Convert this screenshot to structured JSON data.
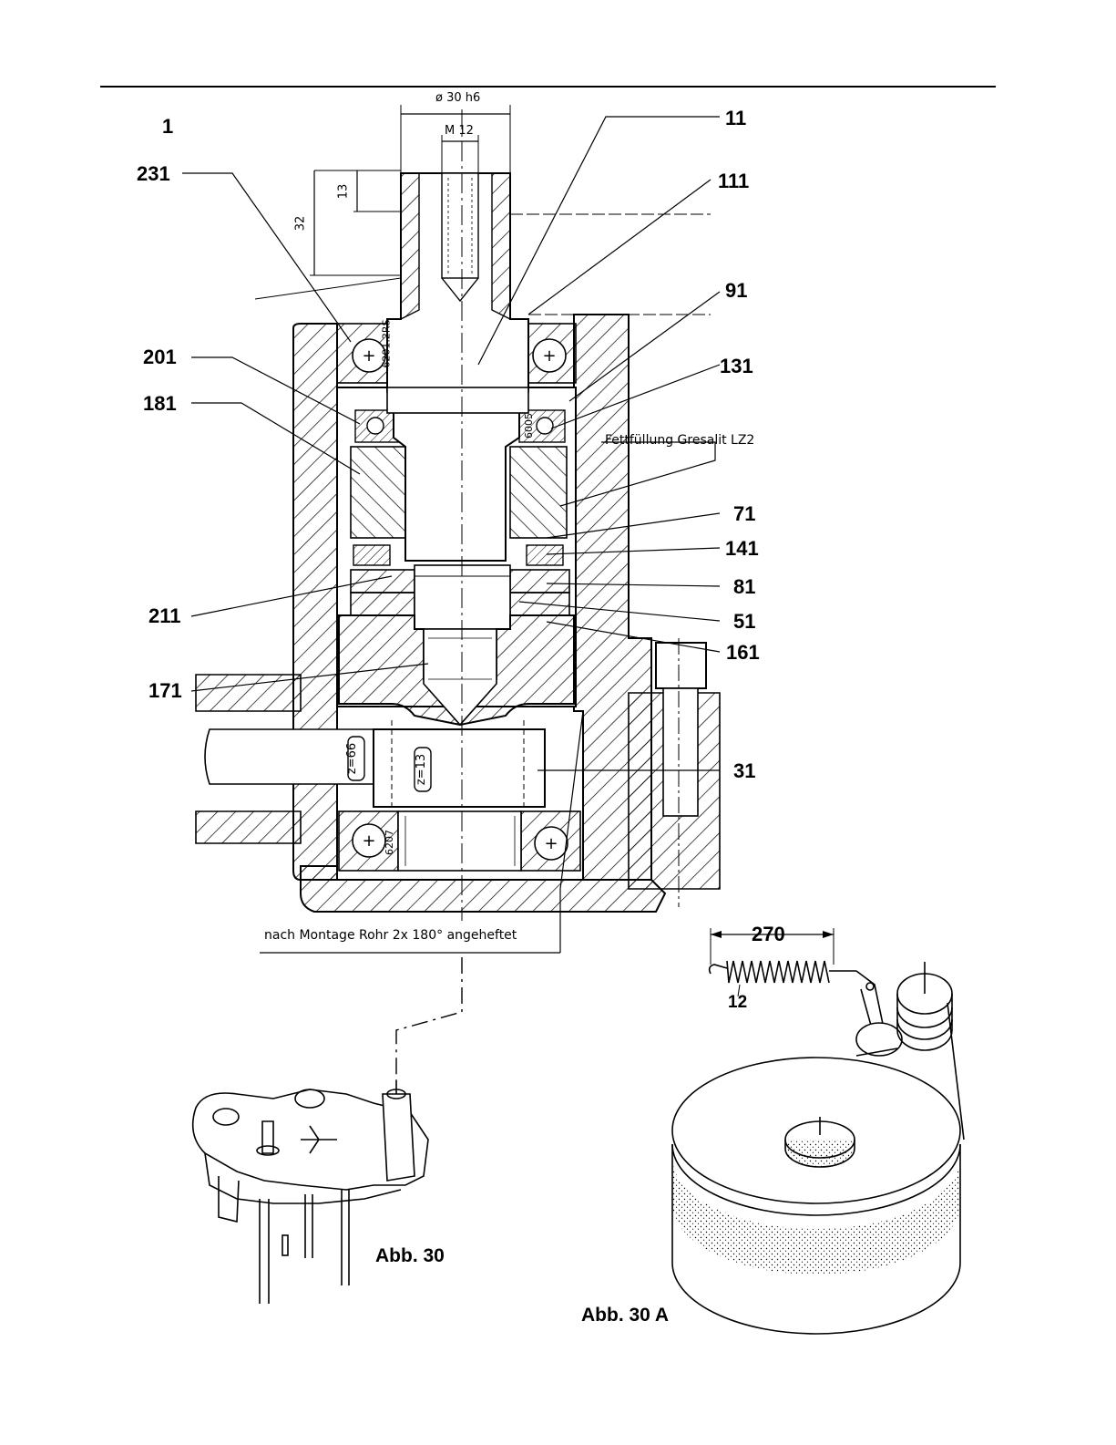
{
  "figure_number": "1",
  "dimensions": {
    "shaft_diameter": "ø 30 h6",
    "thread": "M 12",
    "depth_13": "13",
    "depth_32": "32",
    "spring_length": "270",
    "tooth_count_large": "z=66",
    "tooth_count_small": "z=13",
    "bearing_upper_left": "6201.2RS",
    "bearing_upper_right": "6201.2RS",
    "bearing_mid_left": "6005",
    "bearing_lower": "6207"
  },
  "part_labels": {
    "p11": "11",
    "p111": "111",
    "p91": "91",
    "p131": "131",
    "p71": "71",
    "p141": "141",
    "p81": "81",
    "p51": "51",
    "p161": "161",
    "p31": "31",
    "p231": "231",
    "p201": "201",
    "p181": "181",
    "p211": "211",
    "p171": "171",
    "p12": "12"
  },
  "notes": {
    "grease": "Fettfüllung Gresalit LZ2",
    "assembly": "nach Montage Rohr 2x 180° angeheftet"
  },
  "captions": {
    "abb30": "Abb. 30",
    "abb30a": "Abb. 30 A"
  }
}
